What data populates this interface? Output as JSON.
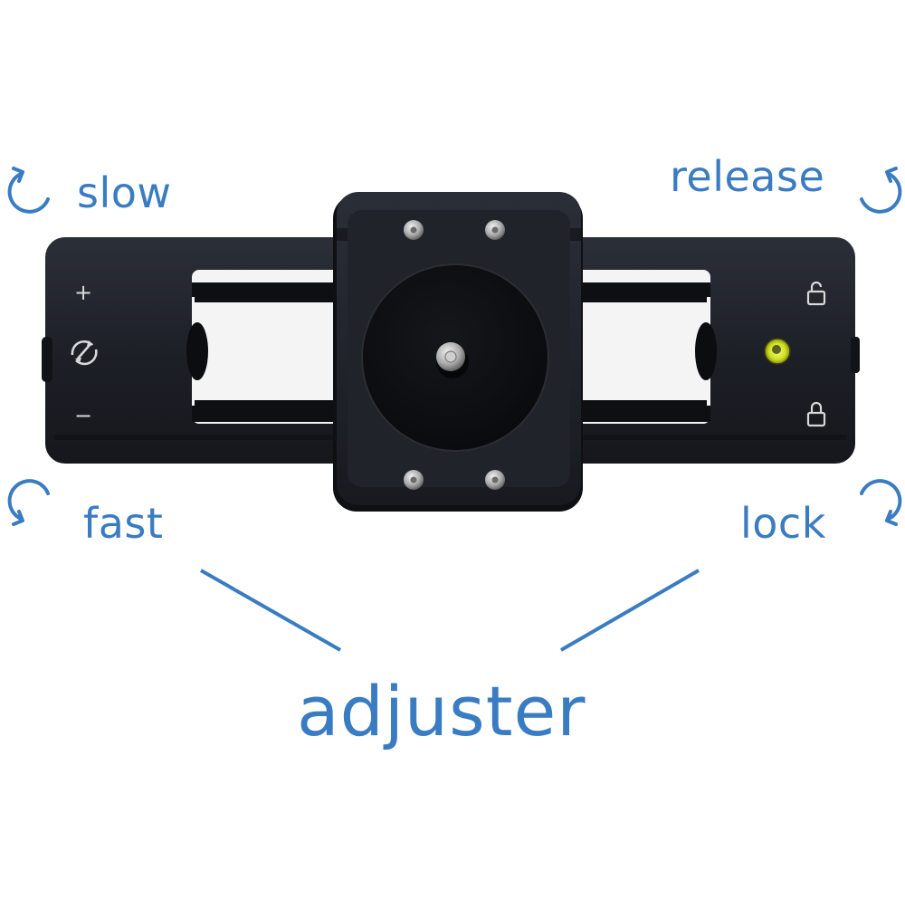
{
  "labels": {
    "slow": "slow",
    "release": "release",
    "fast": "fast",
    "lock": "lock",
    "adjuster": "adjuster"
  },
  "device_markings": {
    "plus": "+",
    "minus": "−"
  },
  "icons": {
    "rotate_slow": "counterclockwise-arrow-icon",
    "rotate_release": "clockwise-arrow-icon",
    "rotate_fast": "clockwise-arrow-icon",
    "rotate_lock": "counterclockwise-arrow-icon",
    "speed_knob": "rotate-knob-icon",
    "unlock": "unlock-padlock-icon",
    "lock": "locked-padlock-icon",
    "bubble_level": "bubble-level-icon"
  },
  "colors": {
    "accent": "#3a7cc2",
    "device_body": "#1f2229",
    "bubble": "#d9e82a"
  }
}
